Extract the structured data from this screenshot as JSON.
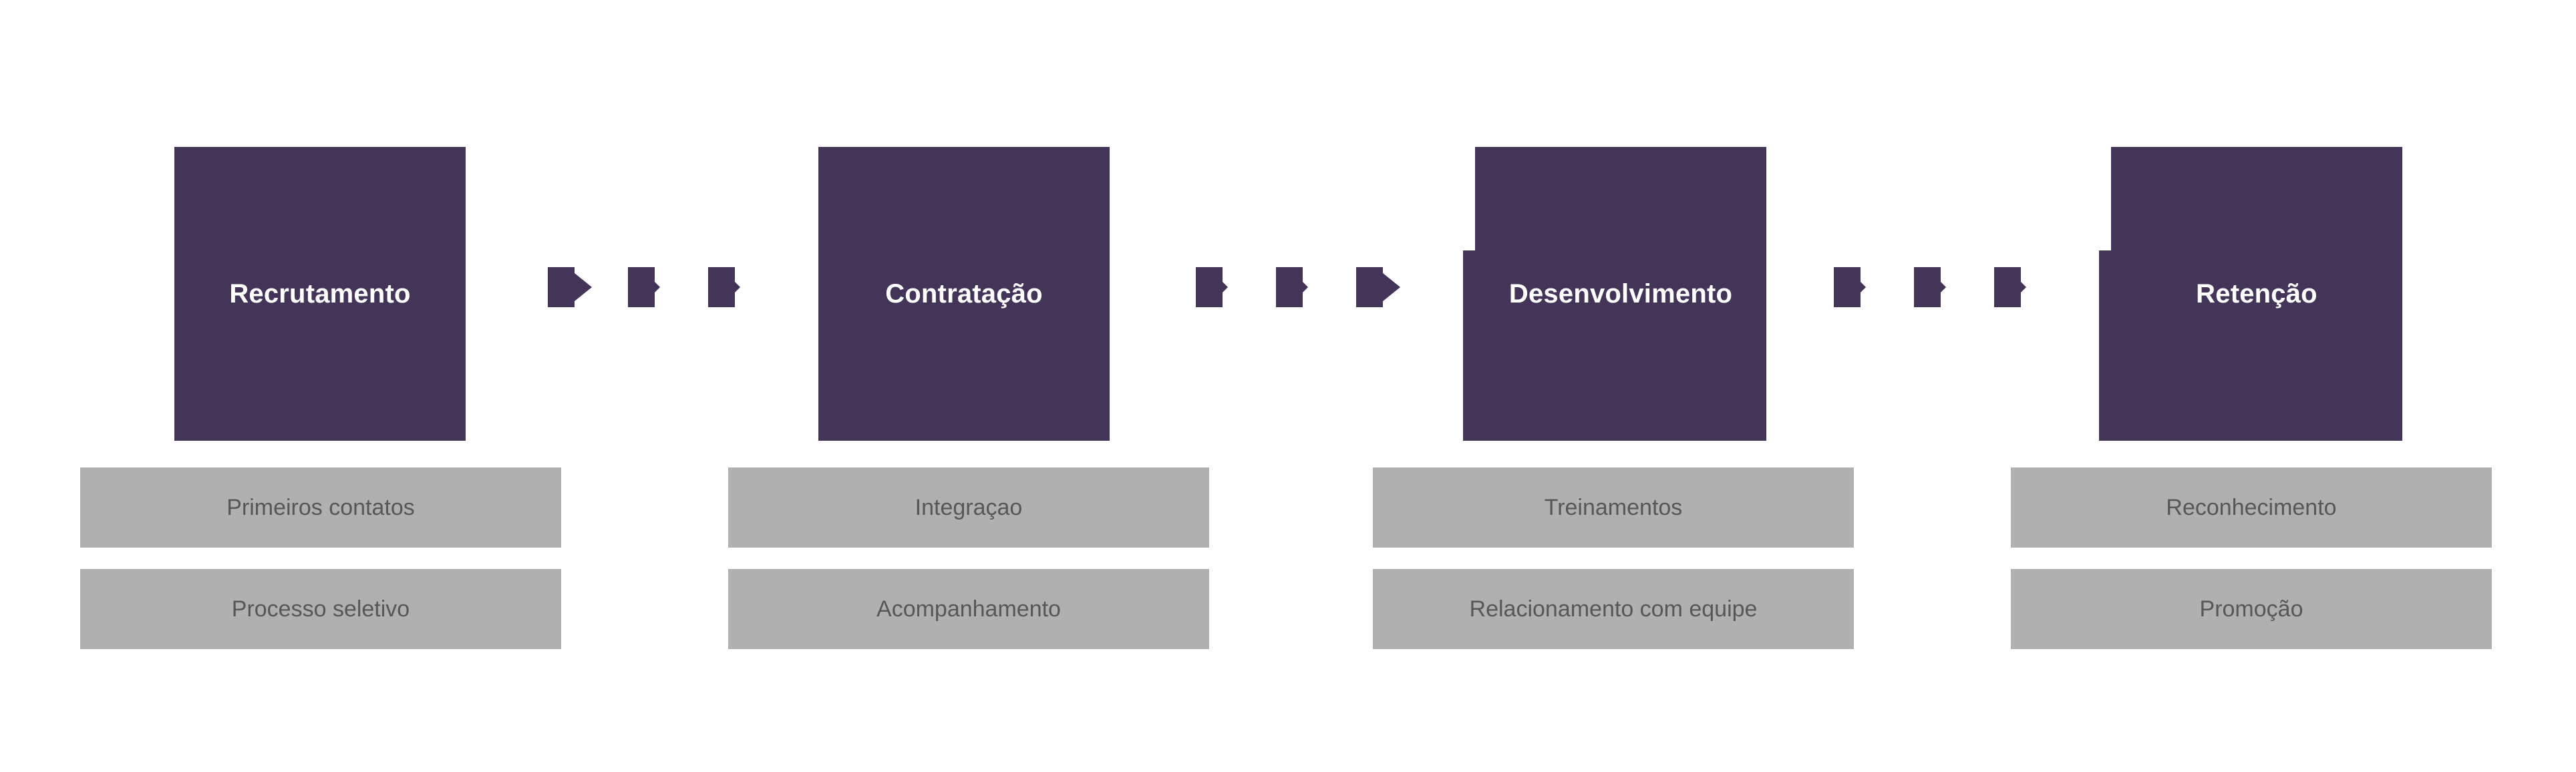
{
  "diagram": {
    "title_color": "#ffffff",
    "stage_color": "#433557",
    "subitem_color": "#b0b0b0",
    "subitem_text_color": "#575757",
    "background": "#ffffff",
    "stages": [
      {
        "id": "recrutamento",
        "label": "Recrutamento",
        "subitems": [
          "Primeiros contatos",
          "Processo seletivo"
        ]
      },
      {
        "id": "contratacao",
        "label": "Contratação",
        "subitems": [
          "Integraçao",
          "Acompanhamento"
        ]
      },
      {
        "id": "desenvolvimento",
        "label": "Desenvolvimento",
        "subitems": [
          "Treinamentos",
          "Relacionamento com equipe"
        ]
      },
      {
        "id": "retencao",
        "label": "Retenção",
        "subitems": [
          "Reconhecimento",
          "Promoção"
        ]
      }
    ],
    "connectors": [
      {
        "id": "connector-1",
        "from": "recrutamento",
        "to": "contratacao",
        "dashes": 3
      },
      {
        "id": "connector-2",
        "from": "contratacao",
        "to": "desenvolvimento",
        "dashes": 3
      },
      {
        "id": "connector-3",
        "from": "desenvolvimento",
        "to": "retencao",
        "dashes": 3
      }
    ]
  }
}
